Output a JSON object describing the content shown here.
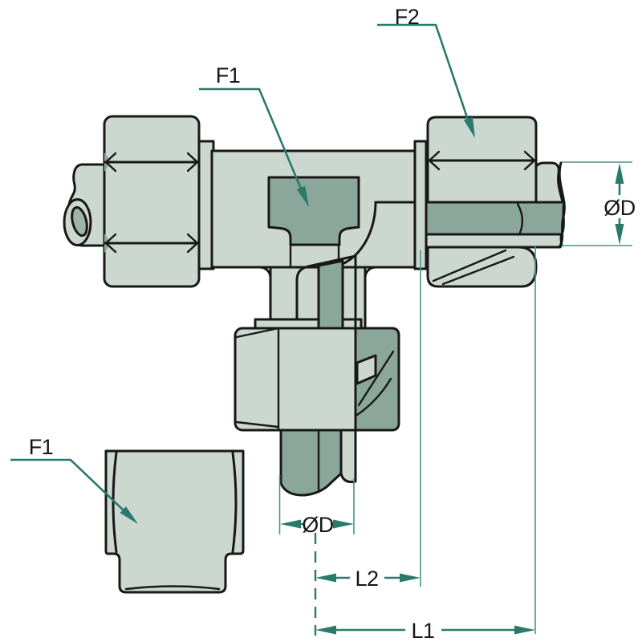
{
  "diagram": {
    "description": "Technical cutaway drawing of a swivel branch tee compression fitting with two tube nuts, inserted tubes and dimension callouts",
    "callouts": {
      "f2": "F2",
      "f1_middle": "F1",
      "f1_bottom": "F1"
    },
    "dimensions": {
      "od_right": "ØD",
      "od_bottom": "ØD",
      "l2": "L2",
      "l1": "L1"
    },
    "colors": {
      "background": "#ffffff",
      "fill_light": "#ccd7d0",
      "fill_dark": "#8ba69b",
      "bore": "#9eb4a8",
      "outline": "#181818",
      "dimension": "#2a7a6c",
      "extension": "#47968a",
      "text": "#161616"
    }
  }
}
